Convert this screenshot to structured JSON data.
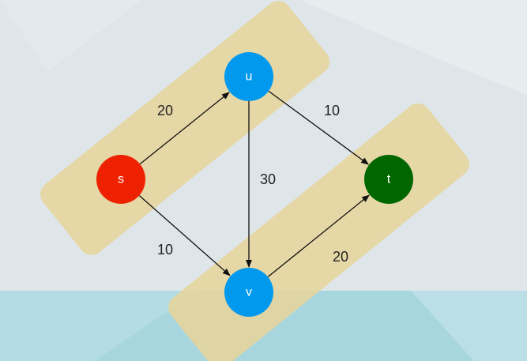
{
  "graph": {
    "nodes": [
      {
        "id": "s",
        "label": "s",
        "color": "#ee2200"
      },
      {
        "id": "u",
        "label": "u",
        "color": "#0099ee"
      },
      {
        "id": "v",
        "label": "v",
        "color": "#0099ee"
      },
      {
        "id": "t",
        "label": "t",
        "color": "#006600"
      }
    ],
    "edges": [
      {
        "from": "s",
        "to": "u",
        "weight": "20"
      },
      {
        "from": "s",
        "to": "v",
        "weight": "10"
      },
      {
        "from": "u",
        "to": "v",
        "weight": "30"
      },
      {
        "from": "u",
        "to": "t",
        "weight": "10"
      },
      {
        "from": "v",
        "to": "t",
        "weight": "20"
      }
    ],
    "highlight_groups": [
      {
        "members": [
          "s",
          "u"
        ],
        "color": "#e8d49a"
      },
      {
        "members": [
          "v",
          "t"
        ],
        "color": "#e8d49a"
      }
    ]
  },
  "colors": {
    "background_top": "#dfe6ea",
    "background_bottom": "#a8d6df"
  }
}
